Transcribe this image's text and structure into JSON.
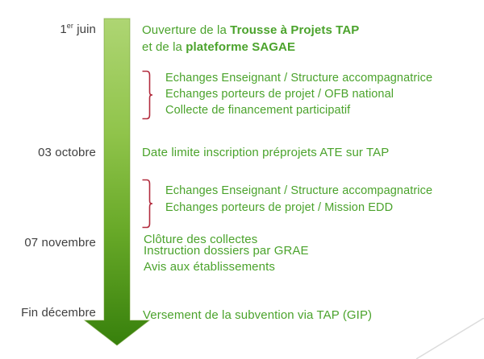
{
  "diagram_type": "vertical-timeline",
  "colors": {
    "event_text_green": "#4ba32c",
    "date_text_gray": "#3f3f3f",
    "brace_red": "#b22c3e",
    "arrow_gradient_top": "#aed573",
    "arrow_gradient_mid1": "#90c44b",
    "arrow_gradient_mid2": "#68a928",
    "arrow_gradient_bottom": "#37800c",
    "corner_line_gray": "#dcdcdc",
    "background": "#ffffff"
  },
  "timeline": {
    "dates": {
      "d1": {
        "day": "1",
        "ordinal": "er",
        "month": "juin"
      },
      "d2": "03 octobre",
      "d3": "07 novembre",
      "d4": "Fin décembre"
    },
    "events": {
      "opening": {
        "line1_normal": "Ouverture de la ",
        "line1_bold": "Trousse à Projets TAP",
        "line2_normal": "et de la ",
        "line2_bold": "plateforme SAGAE"
      },
      "exchange_group_1": {
        "lines": [
          "Echanges Enseignant / Structure accompagnatrice",
          "Echanges porteurs de projet / OFB national",
          "Collecte de financement participatif"
        ]
      },
      "deadline": "Date limite inscription préprojets ATE sur TAP",
      "exchange_group_2": {
        "lines": [
          "Echanges Enseignant / Structure accompagnatrice",
          "Echanges porteurs de projet /  Mission EDD"
        ]
      },
      "closing": {
        "lines": [
          "Clôture des collectes",
          "Instruction dossiers par GRAE",
          "Avis aux établissements"
        ]
      },
      "payment": "Versement de la subvention via TAP (GIP)"
    }
  }
}
